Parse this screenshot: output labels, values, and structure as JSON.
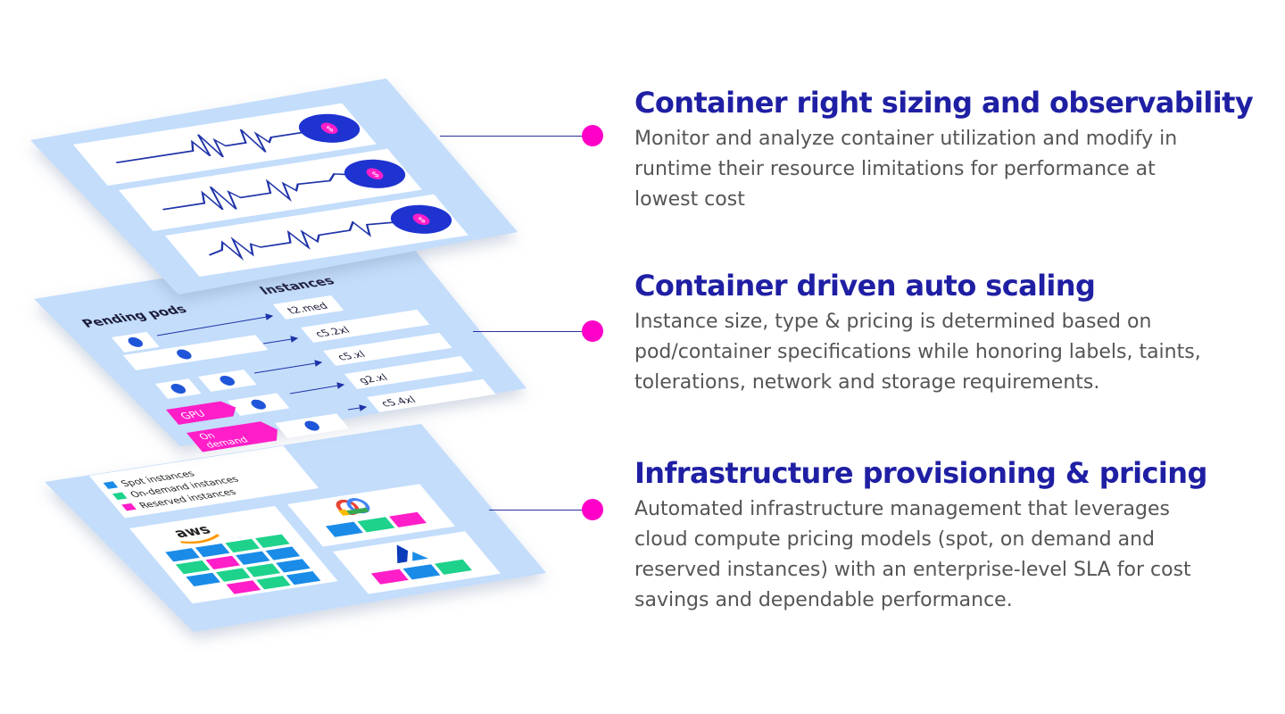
{
  "features": [
    {
      "title": "Container right sizing and observability",
      "description": "Monitor and analyze container utilization and modify in runtime their resource limitations for performance at lowest cost"
    },
    {
      "title": "Container driven auto scaling",
      "description": "Instance size, type & pricing is determined based on pod/container specifications while honoring labels, taints, tolerations, network and storage requirements."
    },
    {
      "title": "Infrastructure provisioning & pricing",
      "description": "Automated infrastructure management that leverages cloud compute pricing models (spot, on demand and reserved instances) with an enterprise-level SLA for cost savings and dependable performance."
    }
  ],
  "scaling_layer": {
    "pending_pods_label": "Pending pods",
    "instances_label": "Instances",
    "instances": [
      "t2.med",
      "c5.2xl",
      "c5.xl",
      "g2.xl",
      "c5.4xl"
    ],
    "gpu_tag": "GPU",
    "on_demand_tag_line1": "On",
    "on_demand_tag_line2": "demand"
  },
  "infra_layer": {
    "legend": [
      "Spot instances",
      "On-demand instances",
      "Reserved instances"
    ],
    "aws_logo_text": "aws"
  },
  "monitor_layer": {
    "alert_symbol": "$"
  },
  "colors": {
    "title_blue": "#1f1fa4",
    "body_gray": "#555555",
    "dot_magenta": "#ff00c8",
    "layer_blue": "#c3ddfb",
    "spot_blue": "#1a8ce8",
    "ondemand_green": "#1ed28c",
    "reserved_magenta": "#ff1ec8",
    "alert_blue": "#1f33d0"
  }
}
